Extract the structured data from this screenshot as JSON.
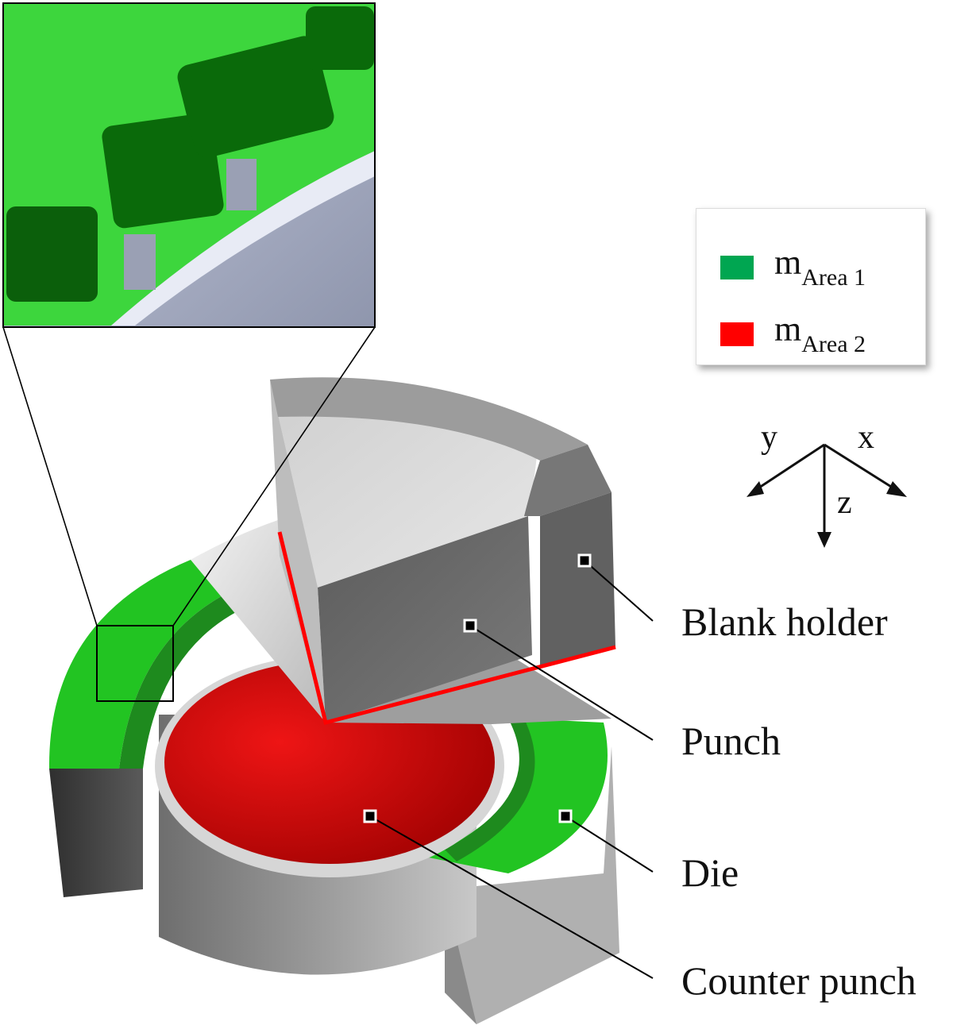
{
  "legend": {
    "items": [
      {
        "symbol": "m",
        "subscript": "Area 1",
        "color": "#00a651"
      },
      {
        "symbol": "m",
        "subscript": "Area 2",
        "color": "#ff0000"
      }
    ]
  },
  "axes": {
    "y": "y",
    "x": "x",
    "z": "z"
  },
  "callouts": {
    "blank_holder": "Blank holder",
    "punch": "Punch",
    "die": "Die",
    "counter_punch": "Counter punch"
  },
  "colors": {
    "green_area": "#22c422",
    "red_area": "#d40a0a",
    "tool_grey": "#8f8f8f",
    "marker": "#000000"
  }
}
